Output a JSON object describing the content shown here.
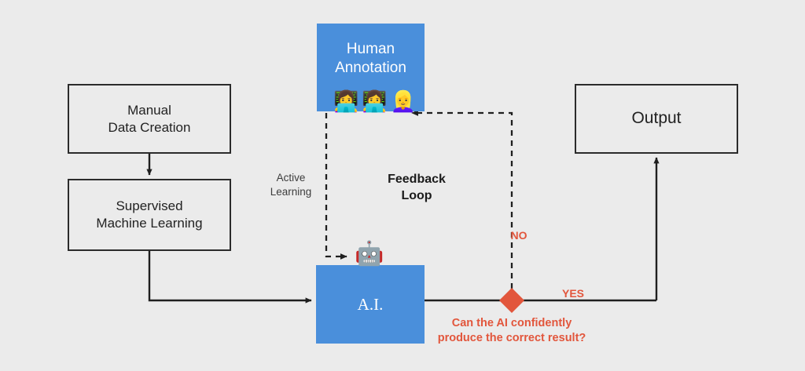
{
  "diagram": {
    "title": "Human-in-the-loop AI feedback loop",
    "background_color": "#ebebeb",
    "blue": "#4a8fdb",
    "red": "#e2563c",
    "stroke": "#2b2b2b"
  },
  "nodes": {
    "manual": {
      "label": "Manual\nData Creation"
    },
    "supervised": {
      "label": "Supervised\nMachine Learning"
    },
    "human": {
      "label": "Human\nAnnotation"
    },
    "ai": {
      "label": "A.I."
    },
    "output": {
      "label": "Output"
    }
  },
  "icons": {
    "human_annotators": [
      "woman-technologist-icon",
      "woman-technologist-icon",
      "woman-technologist-icon"
    ],
    "human_annotators_glyphs": [
      "👩‍💻",
      "👩‍💻",
      "👱‍♀️"
    ],
    "ai_robot": "robot-icon",
    "ai_robot_glyph": "🤖"
  },
  "labels": {
    "active_learning": "Active\nLearning",
    "feedback_loop": "Feedback\nLoop",
    "no": "NO",
    "yes": "YES",
    "decision_question": "Can the AI confidently\nproduce the correct result?"
  },
  "decision": {
    "shape": "diamond",
    "color": "#e2563c",
    "branches": [
      "NO",
      "YES"
    ]
  }
}
